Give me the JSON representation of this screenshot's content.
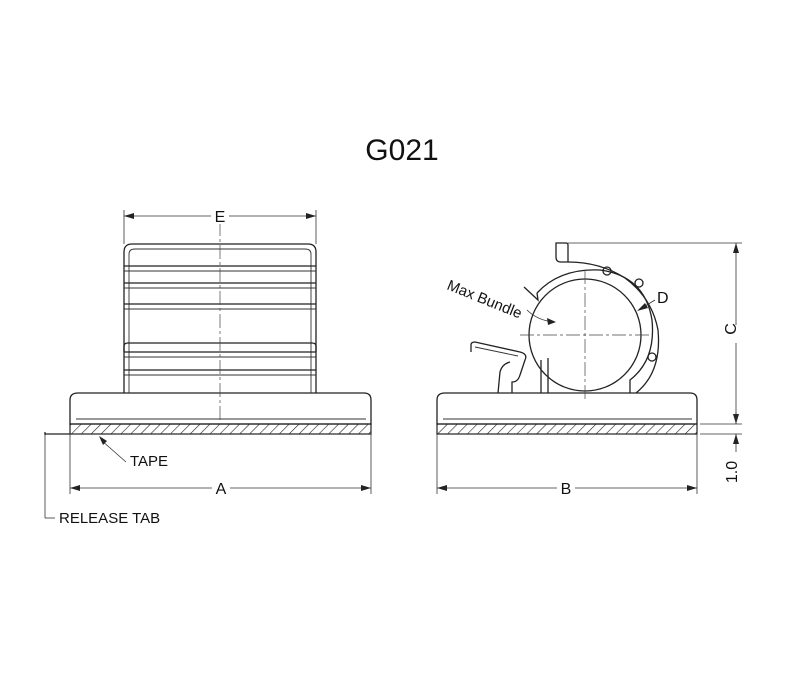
{
  "title": "G021",
  "labels": {
    "E": "E",
    "A": "A",
    "B": "B",
    "C": "C",
    "D": "D",
    "thickness": "1.0",
    "max_bundle": "Max Bundle",
    "tape": "TAPE",
    "release_tab": "RELEASE TAB"
  }
}
